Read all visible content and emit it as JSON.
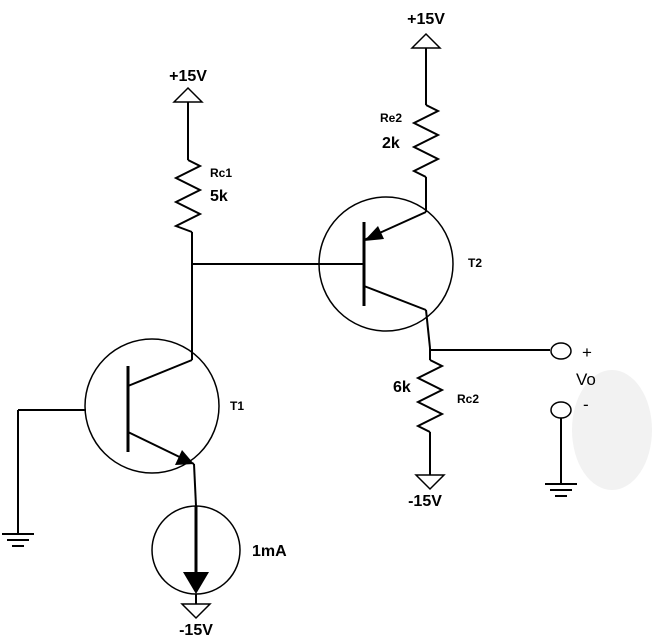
{
  "supplies": {
    "t2_emitter_supply": "+15V",
    "t1_collector_supply": "+15V",
    "t2_collector_supply": "-15V",
    "current_source_supply": "-15V"
  },
  "resistors": {
    "re2": {
      "name": "Re2",
      "value": "2k"
    },
    "rc1": {
      "name": "Rc1",
      "value": "5k"
    },
    "rc2": {
      "name": "Rc2",
      "value": "6k"
    }
  },
  "transistors": {
    "t1": {
      "name": "T1",
      "type": "npn"
    },
    "t2": {
      "name": "T2",
      "type": "pnp"
    }
  },
  "current_source": {
    "value": "1mA"
  },
  "output": {
    "label": "Vo",
    "plus": "+",
    "minus": "-"
  }
}
